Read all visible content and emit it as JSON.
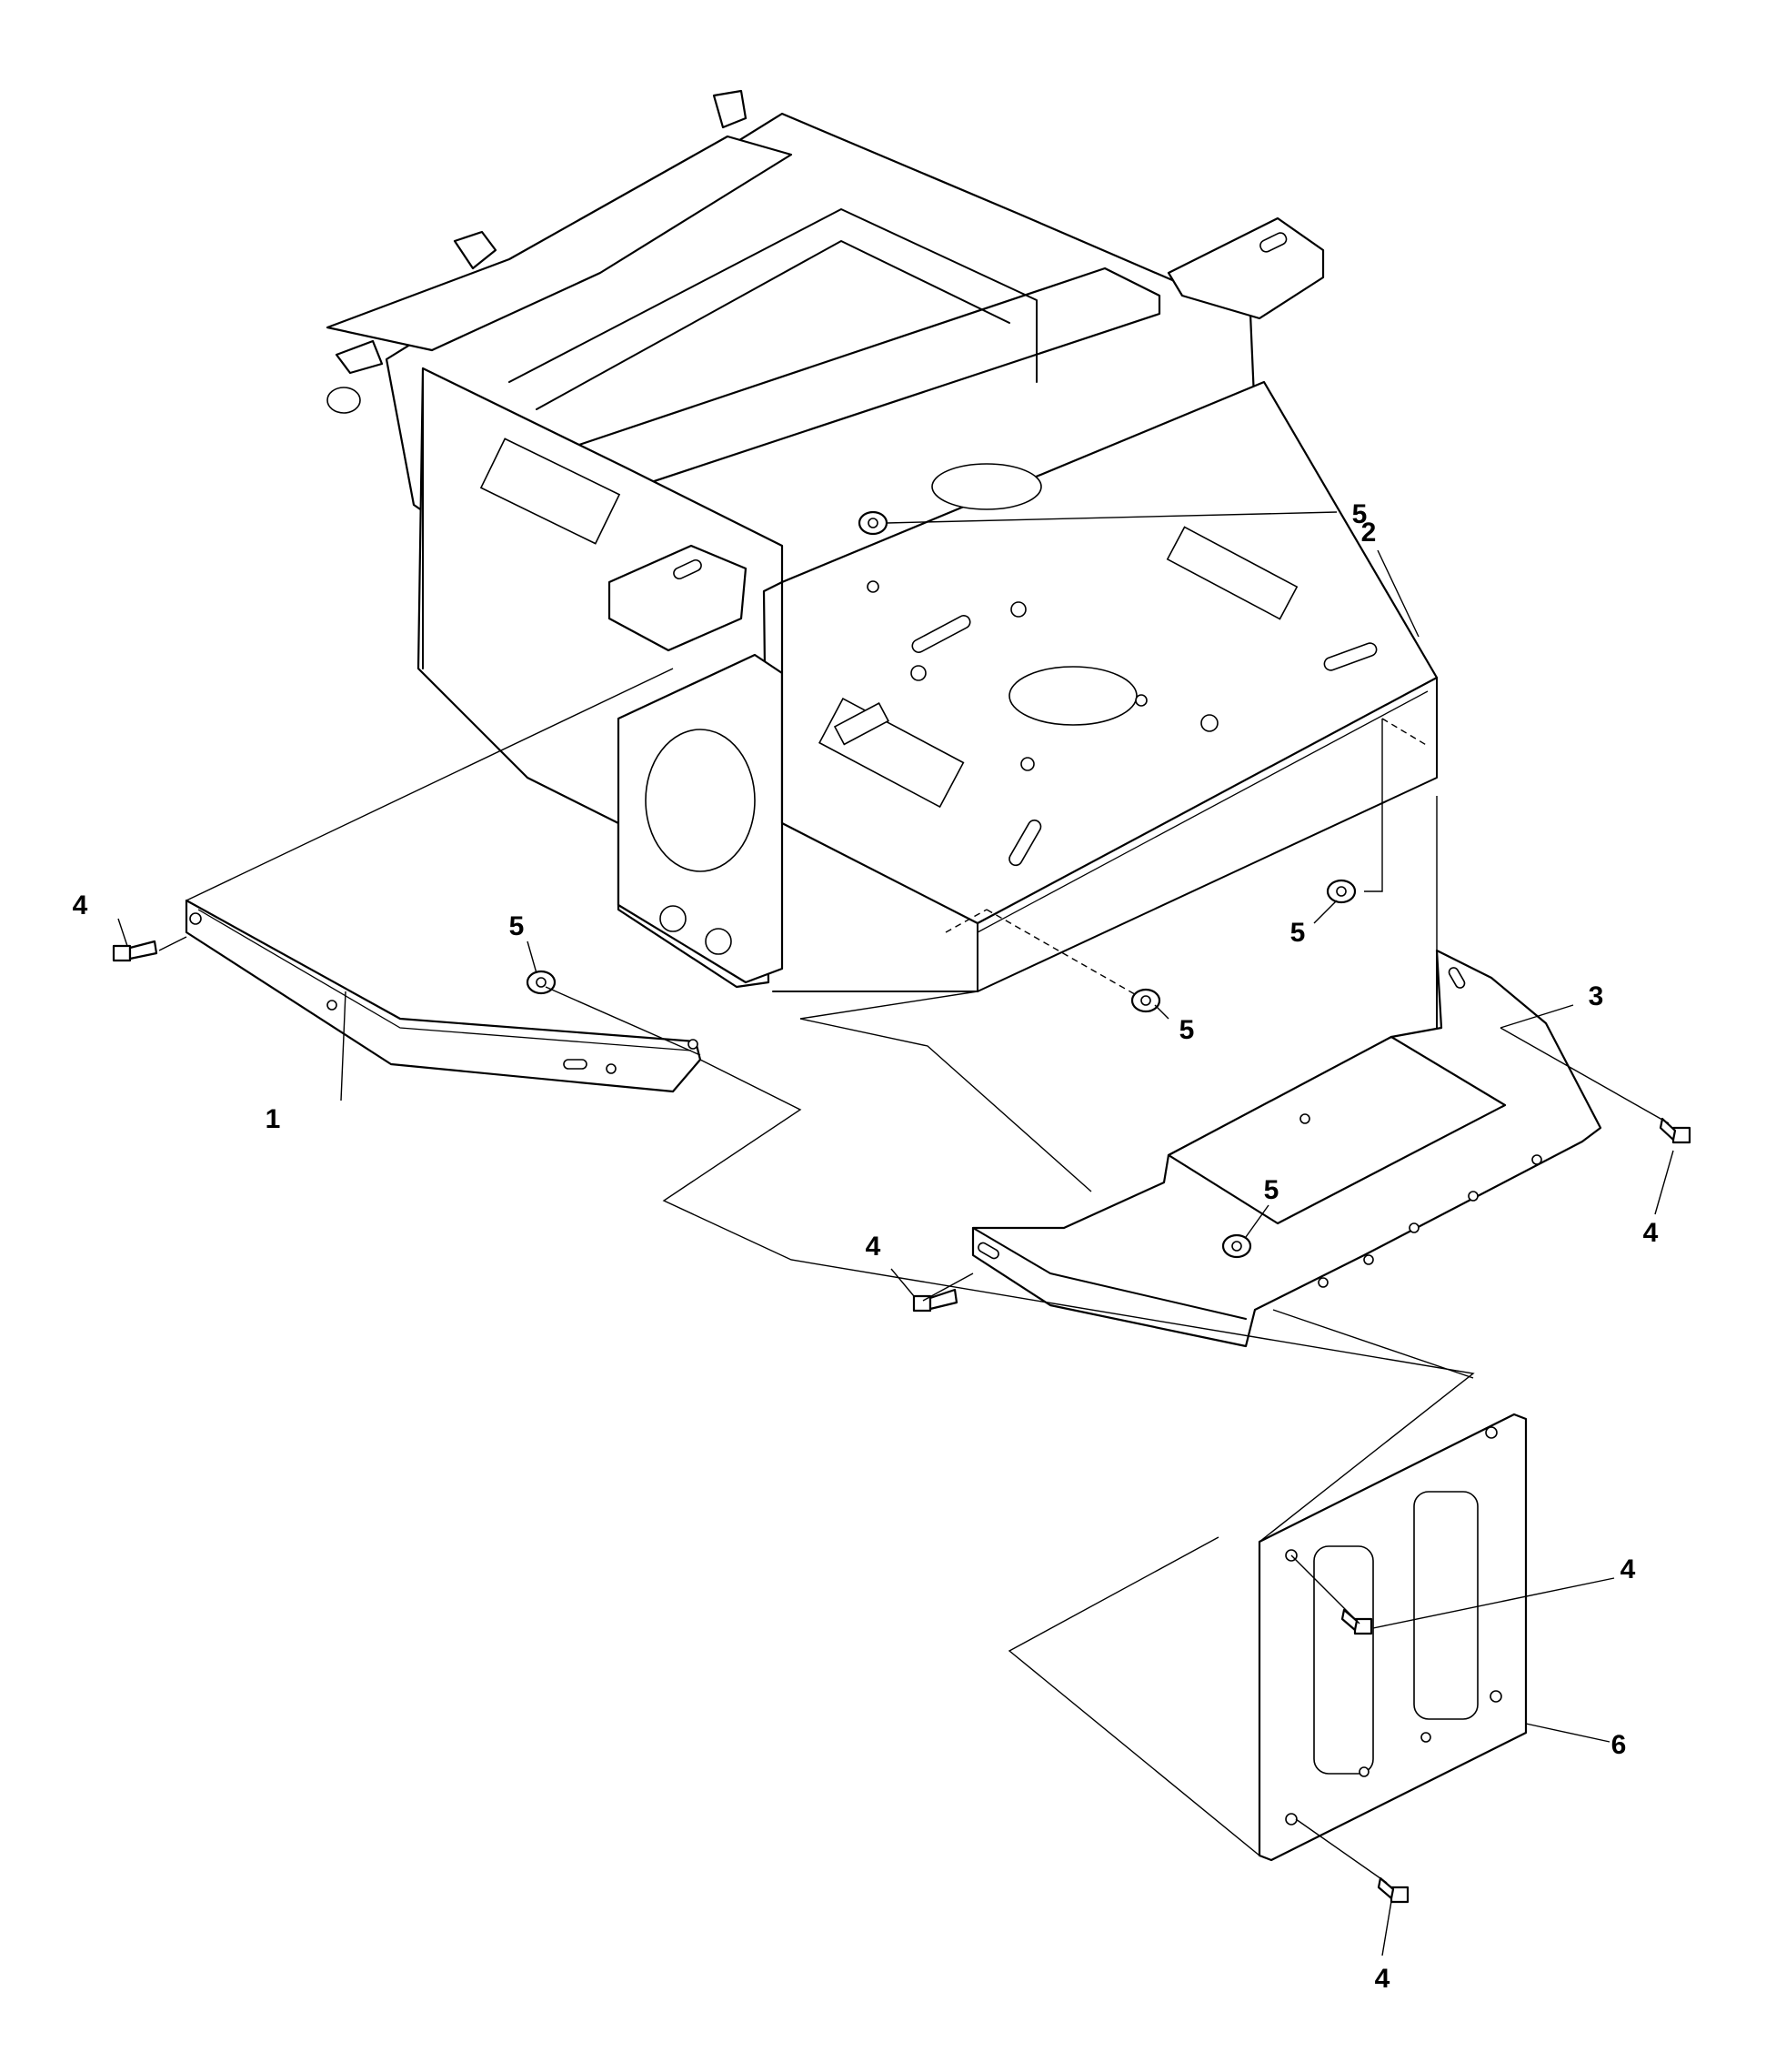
{
  "diagram": {
    "callouts": [
      {
        "id": "c1",
        "label": "1"
      },
      {
        "id": "c2",
        "label": "2"
      },
      {
        "id": "c3",
        "label": "3"
      },
      {
        "id": "c4a",
        "label": "4"
      },
      {
        "id": "c4b",
        "label": "4"
      },
      {
        "id": "c4c",
        "label": "4"
      },
      {
        "id": "c4d",
        "label": "4"
      },
      {
        "id": "c4e",
        "label": "4"
      },
      {
        "id": "c5a",
        "label": "5"
      },
      {
        "id": "c5b",
        "label": "5"
      },
      {
        "id": "c5c",
        "label": "5"
      },
      {
        "id": "c5d",
        "label": "5"
      },
      {
        "id": "c5e",
        "label": "5"
      },
      {
        "id": "c6",
        "label": "6"
      }
    ],
    "parts": [
      {
        "name": "main-frame",
        "callout": "2"
      },
      {
        "name": "front-brace",
        "callout": "1"
      },
      {
        "name": "lower-cradle",
        "callout": "3"
      },
      {
        "name": "mounting-bolt",
        "callout": "4"
      },
      {
        "name": "nut",
        "callout": "5"
      },
      {
        "name": "cover-plate",
        "callout": "6"
      }
    ]
  }
}
